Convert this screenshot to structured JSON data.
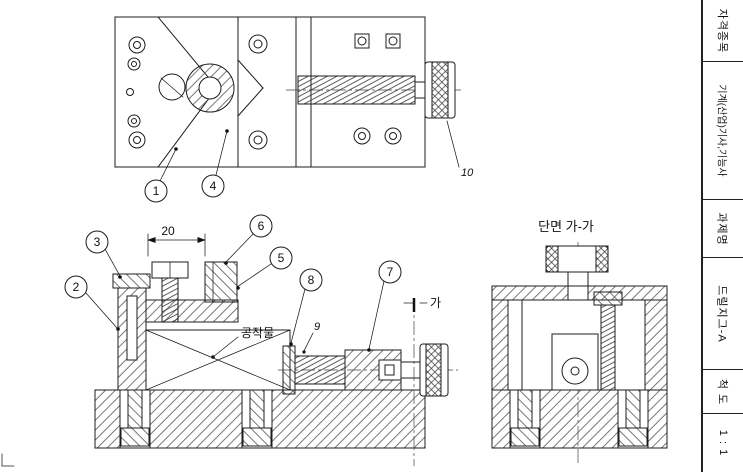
{
  "title_block": {
    "cells": [
      {
        "label": "자격종목"
      },
      {
        "label": "기계(산업)기사,기능사"
      },
      {
        "label": "과제명"
      },
      {
        "label": "드릴지그-A"
      },
      {
        "label": "척 도"
      },
      {
        "label": "1 : 1"
      }
    ]
  },
  "drawing": {
    "section_view_title": "단면 가-가",
    "workpiece_label": "공작물",
    "dimension_width": "20",
    "section_marker": "가",
    "item_9": "9",
    "item_10": "10",
    "balloons": {
      "b1": "1",
      "b2": "2",
      "b3": "3",
      "b4": "4",
      "b5": "5",
      "b6": "6",
      "b7": "7",
      "b8": "8"
    }
  }
}
